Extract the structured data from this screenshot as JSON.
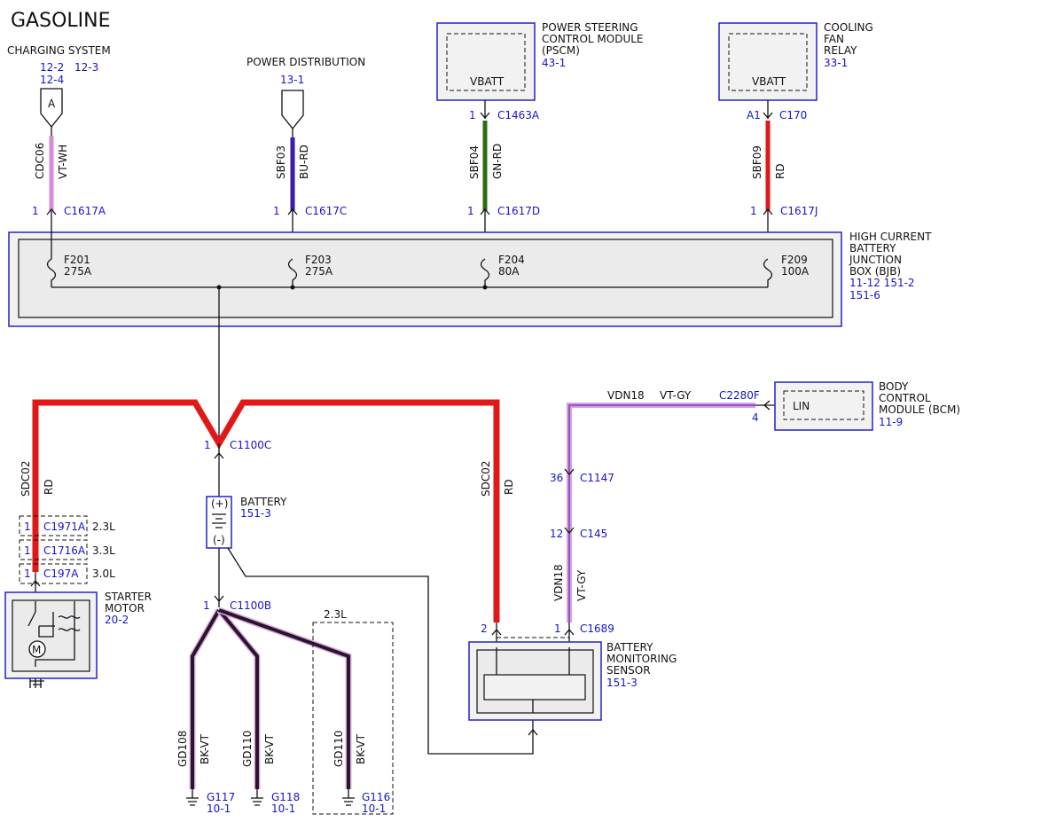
{
  "title": "GASOLINE",
  "charging_system": {
    "label": "CHARGING SYSTEM",
    "refs": [
      "12-2",
      "12-3",
      "12-4"
    ],
    "connector_letter": "A"
  },
  "power_distribution": {
    "label": "POWER DISTRIBUTION",
    "ref": "13-1"
  },
  "pscm": {
    "label_lines": [
      "POWER STEERING",
      "CONTROL MODULE",
      "(PSCM)"
    ],
    "ref": "43-1",
    "pin_name": "VBATT"
  },
  "cooling_fan": {
    "label_lines": [
      "COOLING",
      "FAN",
      "RELAY"
    ],
    "ref": "33-1",
    "pin_name": "VBATT"
  },
  "bjb": {
    "label_lines": [
      "HIGH CURRENT",
      "BATTERY",
      "JUNCTION",
      "BOX (BJB)"
    ],
    "refs": [
      "11-12 151-2",
      "151-6"
    ]
  },
  "wires": {
    "w1": {
      "circuit": "CDC06",
      "color_code": "VT-WH",
      "pin": "1",
      "connector": "C1617A",
      "color": "#d98ad4"
    },
    "w2": {
      "circuit": "SBF03",
      "color_code": "BU-RD",
      "pin": "1",
      "connector": "C1617C",
      "color": "#3a1ab0"
    },
    "w3": {
      "circuit": "SBF04",
      "color_code": "GN-RD",
      "pin": "1",
      "connector": "C1617D",
      "pin_top": "1",
      "connector_top": "C1463A",
      "color": "#2d6b12"
    },
    "w4": {
      "circuit": "SBF09",
      "color_code": "RD",
      "pin": "1",
      "connector": "C1617J",
      "pin_top": "A1",
      "connector_top": "C170",
      "color": "#e11818"
    }
  },
  "fuses": [
    {
      "id": "F201",
      "rating": "275A"
    },
    {
      "id": "F203",
      "rating": "275A"
    },
    {
      "id": "F204",
      "rating": "80A"
    },
    {
      "id": "F209",
      "rating": "100A"
    }
  ],
  "main_cable": {
    "pin": "1",
    "connector": "C1100C",
    "circuit": "SDC02",
    "color_code": "RD",
    "color": "#e11818"
  },
  "starter_connectors": [
    {
      "pin": "1",
      "connector": "C1971A",
      "engine": "2.3L"
    },
    {
      "pin": "1",
      "connector": "C1716A",
      "engine": "3.3L"
    },
    {
      "pin": "1",
      "connector": "C197A",
      "engine": "3.0L"
    }
  ],
  "starter_motor": {
    "label_lines": [
      "STARTER",
      "MOTOR"
    ],
    "ref": "20-2"
  },
  "battery": {
    "label": "BATTERY",
    "ref": "151-3",
    "plus": "(+)",
    "minus": "(-)",
    "neg_pin": "1",
    "neg_connector": "C1100B"
  },
  "grounds": [
    {
      "circuit": "GD108",
      "color_code": "BK-VT",
      "ground": "G117",
      "ref": "10-1"
    },
    {
      "circuit": "GD110",
      "color_code": "BK-VT",
      "ground": "G118",
      "ref": "10-1"
    },
    {
      "circuit": "GD110",
      "color_code": "BK-VT",
      "ground": "G116",
      "ref": "10-1"
    }
  ],
  "ground_variant": "2.3L",
  "bms": {
    "label_lines": [
      "BATTERY",
      "MONITORING",
      "SENSOR"
    ],
    "ref": "151-3",
    "pin_left": "2",
    "pin_right": "1",
    "connector": "C1689"
  },
  "lin_wire": {
    "circuit": "VDN18",
    "color_code": "VT-GY",
    "connector": "C2280F",
    "pin": "4",
    "inline1_pin": "36",
    "inline1": "C1147",
    "inline2_pin": "12",
    "inline2": "C145",
    "color": "#b96cd6"
  },
  "bcm": {
    "label_lines": [
      "BODY",
      "CONTROL",
      "MODULE (BCM)"
    ],
    "ref": "11-9",
    "pin_name": "LIN"
  }
}
